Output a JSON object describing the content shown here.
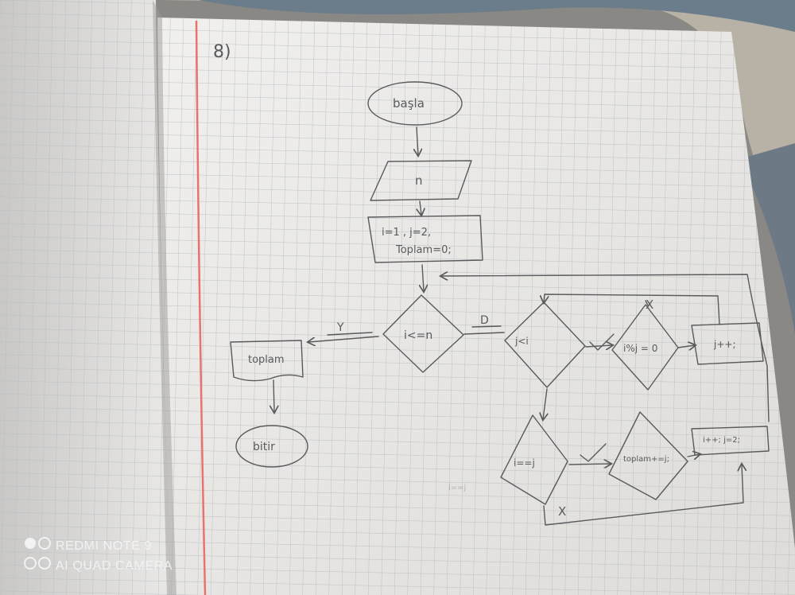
{
  "notebook": {
    "exercise_number": "8)"
  },
  "flowchart": {
    "start": "başla",
    "input": "n",
    "init_line1": "i=1 , j=2,",
    "init_line2": "Toplam=0;",
    "cond_outer": "i<=n",
    "yes_label": "Y",
    "no_label": "D",
    "output": "toplam",
    "end": "bitir",
    "cond_j_lt_i": "j<i",
    "cond_mod": "i%j = 0",
    "inc_j": "j++;",
    "false_mark_top": "X",
    "cond_i_eq_j": "i==j",
    "add_sum": "toplam+=j;",
    "inc_i": "i++; j=2;",
    "false_mark_bottom": "X",
    "stray_note": "i==j"
  },
  "watermark": {
    "device": "REDMI NOTE 9",
    "camera": "AI QUAD CAMERA"
  }
}
